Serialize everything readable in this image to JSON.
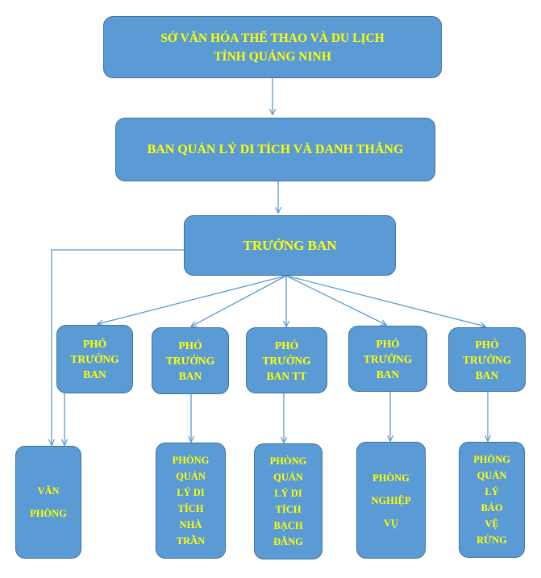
{
  "colors": {
    "box_fill": "#5b9bd5",
    "box_border": "#41719c",
    "text": "#ffff00",
    "connector": "#5b9bd5"
  },
  "nodes": {
    "department": "SỞ VĂN HÓA THỂ THAO VÀ DU LỊCH\nTỈNH QUẢNG NINH",
    "management_board": "BAN QUẢN LÝ DI TÍCH VÀ DANH THẮNG",
    "head": "TRƯỞNG BAN",
    "deputies": [
      "PHÓ\nTRƯỞNG\nBAN",
      "PHÓ\nTRƯỞNG\nBAN",
      "PHÓ\nTRƯỞNG\nBAN TT",
      "PHÓ\nTRƯỞNG\nBAN",
      "PHÓ\nTRƯỞNG\nBAN"
    ],
    "units": [
      "VĂN\nPHÒNG",
      "PHÒNG\nQUẢN\nLÝ DI\nTÍCH\nNHÀ\nTRẦN",
      "PHÒNG\nQUẢN\nLÝ DI\nTÍCH\nBẠCH\nĐẰNG",
      "PHÒNG\nNGHIỆP\nVỤ",
      "PHÒNG\nQUẢN\nLÝ\nBẢO\nVỆ\nRỪNG"
    ]
  }
}
